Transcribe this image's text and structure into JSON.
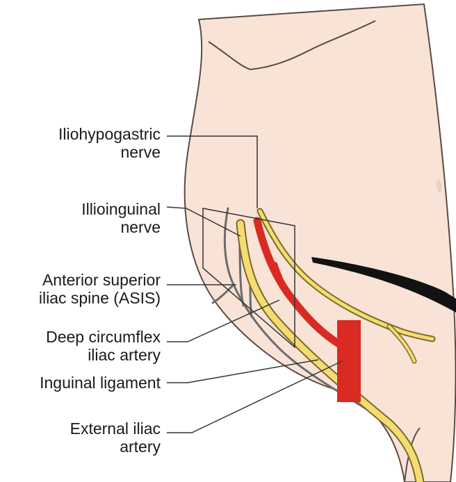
{
  "labels": {
    "iliohypogastric_line1": "Iliohypogastric",
    "iliohypogastric_line2": "nerve",
    "ilioinguinal_line1": "Illioinguinal",
    "ilioinguinal_line2": "nerve",
    "asis_line1": "Anterior superior",
    "asis_line2": "iliac spine (ASIS)",
    "deep_circumflex_line1": "Deep circumflex",
    "deep_circumflex_line2": "iliac artery",
    "inguinal_ligament": "Inguinal ligament",
    "external_iliac_line1": "External iliac",
    "external_iliac_line2": "artery"
  },
  "colors": {
    "skin": "#f8e3d6",
    "skin_shadow": "#efcfbd",
    "outline": "#5a4a44",
    "nerve_fill": "#f4dc72",
    "nerve_edge": "#7b6a2a",
    "artery": "#d92b22",
    "vein_grey": "#6b6b6b",
    "probe": "#121212",
    "leader_line": "#333333"
  }
}
